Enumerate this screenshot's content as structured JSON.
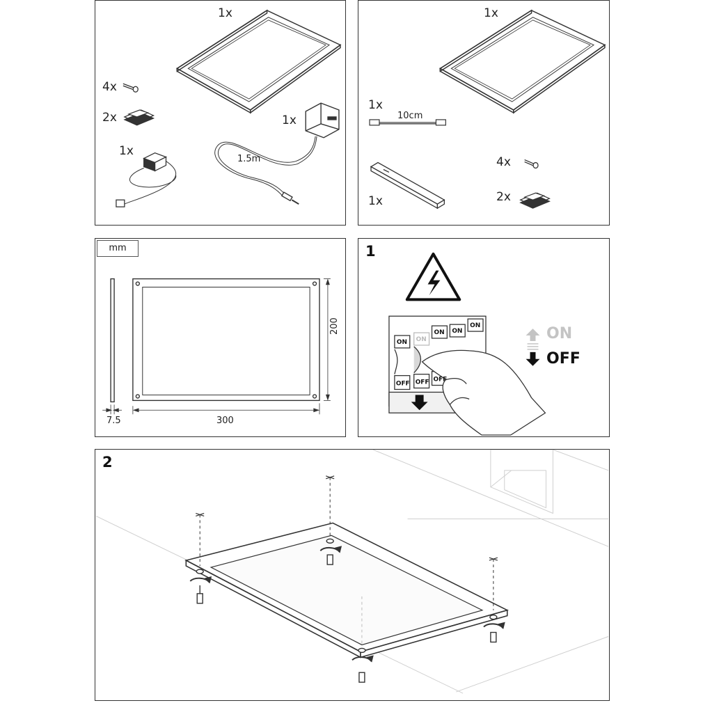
{
  "kit_a": {
    "panel_qty": "1x",
    "screw_qty": "4x",
    "pad_qty": "2x",
    "adapter_qty": "1x",
    "driver_qty": "1x",
    "cable_length": "1.5m"
  },
  "kit_b": {
    "panel_qty": "1x",
    "cable_qty": "1x",
    "cable_length": "10cm",
    "bar_qty": "1x",
    "screw_qty": "4x",
    "pad_qty": "2x"
  },
  "dimensions": {
    "unit": "mm",
    "width": "300",
    "height": "200",
    "thickness": "7.5"
  },
  "step1": {
    "number": "1",
    "on_label": "ON",
    "off_label": "OFF",
    "switch_on": "ON",
    "switch_off": "OFF"
  },
  "step2": {
    "number": "2"
  },
  "colors": {
    "line": "#333333",
    "light_line": "#bdbdbd",
    "on_grey": "#c4c4c4"
  }
}
